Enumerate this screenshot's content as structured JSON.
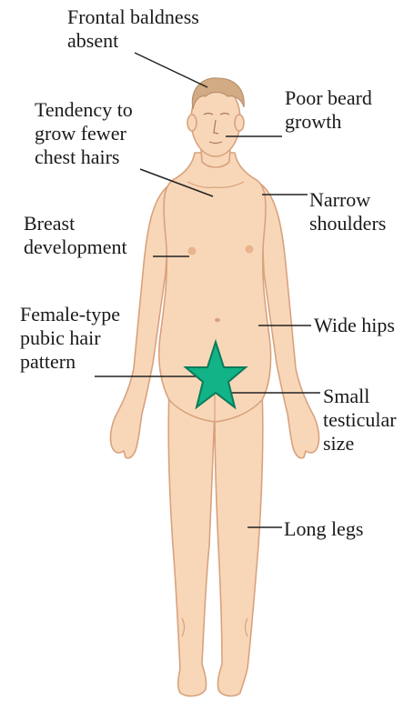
{
  "labels": {
    "frontal_baldness": "Frontal baldness\nabsent",
    "chest_hairs": "Tendency to\ngrow fewer\nchest hairs",
    "breast": "Breast\ndevelopment",
    "pubic_hair": "Female-type\npubic hair\npattern",
    "beard": "Poor beard\ngrowth",
    "shoulders": "Narrow\nshoulders",
    "hips": "Wide hips",
    "testicular": "Small\ntesticular\nsize",
    "legs": "Long legs"
  },
  "colors": {
    "skin": "#f8d7b8",
    "skin_outline": "#d8a27e",
    "hair": "#d2aa84",
    "leader_line": "#222222",
    "star_fill": "#12b386",
    "star_outline": "#0b7a5a",
    "nipple": "#e9b48d"
  },
  "icons": {
    "highlight_marker": "star-icon"
  }
}
